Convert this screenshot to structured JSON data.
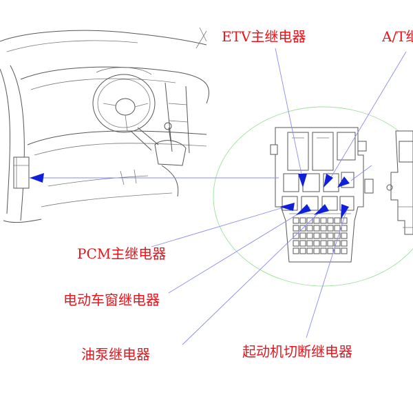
{
  "labels": {
    "etv": "ETV主继电器",
    "at": "A/T继",
    "pcm": "PCM主继电器",
    "window": "电动车窗继电器",
    "fuel_pump": "油泵继电器",
    "starter_cut": "起动机切断继电器"
  },
  "colors": {
    "label": "#e8141c",
    "arrow": "#1020d8",
    "leader": "#8a8af0",
    "zoom_circle": "#9be09b",
    "linework": "#555555"
  }
}
